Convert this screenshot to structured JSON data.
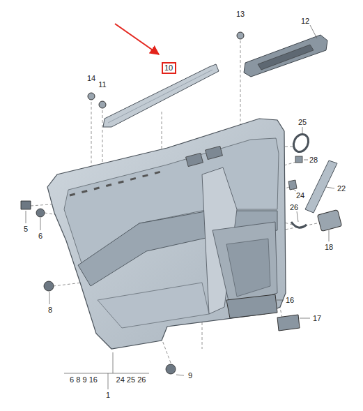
{
  "diagram": {
    "nodes": [
      {
        "text": [
          "10"
        ]
      }
    ],
    "labels": [
      "13",
      "12",
      "14",
      "11",
      "25",
      "28",
      "22",
      "24",
      "5",
      "6",
      "26",
      "18",
      "8",
      "16",
      "17",
      "9",
      "6 8 9 16",
      "24 25 26",
      "1"
    ]
  }
}
